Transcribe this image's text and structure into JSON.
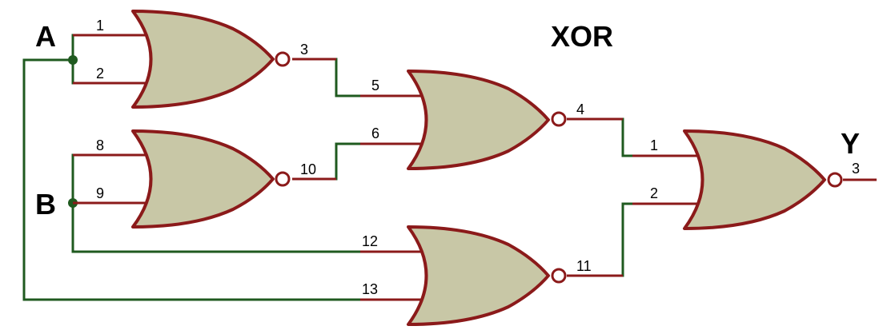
{
  "title": "XOR",
  "nets": {
    "a": "A",
    "b": "B",
    "y": "Y"
  },
  "gates": [
    {
      "id": "g1",
      "in1": "1",
      "in2": "2",
      "out": "3"
    },
    {
      "id": "g2",
      "in1": "8",
      "in2": "9",
      "out": "10"
    },
    {
      "id": "g3",
      "in1": "5",
      "in2": "6",
      "out": "4"
    },
    {
      "id": "g4",
      "in1": "12",
      "in2": "13",
      "out": "11"
    },
    {
      "id": "g5",
      "in1": "1",
      "in2": "2",
      "out": "3"
    }
  ],
  "colors": {
    "wire": "#1f5a1f",
    "gate_outline": "#8b1a1a",
    "gate_fill": "#c8c7a6"
  }
}
